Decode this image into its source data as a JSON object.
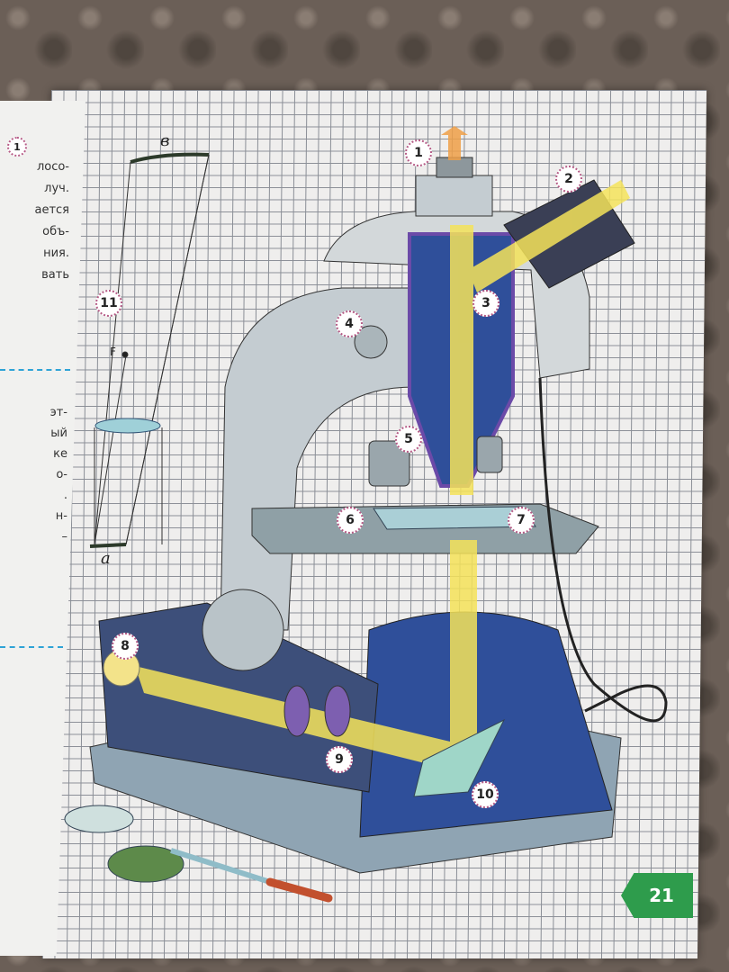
{
  "left_page": {
    "badge": "1",
    "block1": [
      "лосо-",
      "луч.",
      "ается",
      "объ-",
      "ния.",
      "вать"
    ],
    "block2": [
      "эт-",
      "ый",
      "ке",
      "о-",
      ".",
      "н-",
      "–"
    ]
  },
  "diagram": {
    "callouts": [
      "1",
      "2",
      "3",
      "4",
      "5",
      "6",
      "7",
      "8",
      "9",
      "10",
      "11"
    ],
    "lens_labels": {
      "top": "в",
      "focus": "F",
      "bottom": "a"
    }
  },
  "page_number": "21",
  "colors": {
    "beam": "#f5e35a",
    "body_blue": "#2f4f9a",
    "metal": "#c4ccd1",
    "accent": "#2e9c4c"
  }
}
